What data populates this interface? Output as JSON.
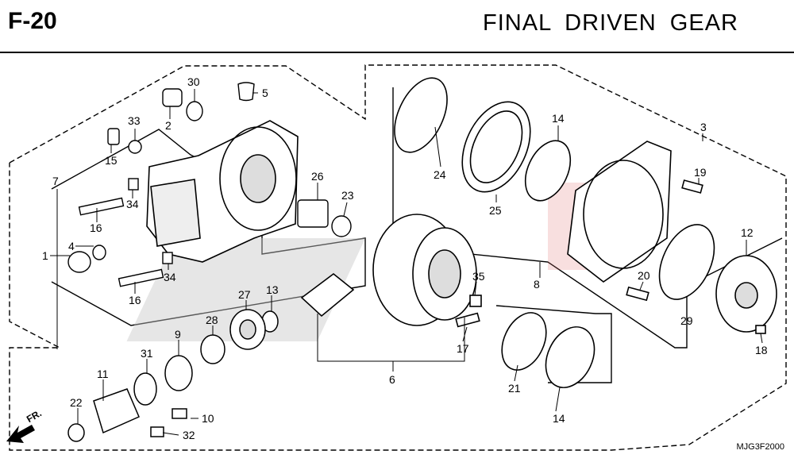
{
  "header": {
    "code": "F-20",
    "title": "FINAL  DRIVEN  GEAR"
  },
  "diagram": {
    "callouts": [
      "30",
      "5",
      "2",
      "33",
      "15",
      "7",
      "26",
      "23",
      "34",
      "16",
      "4",
      "1",
      "34",
      "16",
      "24",
      "14",
      "25",
      "3",
      "19",
      "12",
      "8",
      "20",
      "29",
      "35",
      "13",
      "27",
      "28",
      "9",
      "31",
      "11",
      "22",
      "10",
      "32",
      "6",
      "17",
      "21",
      "14",
      "18"
    ],
    "direction_label": "FR.",
    "catalog_code": "MJG3F2000"
  },
  "colors": {
    "line": "#000000",
    "background": "#ffffff",
    "watermark": "#c8c8c8",
    "watermark_accent": "#e07070"
  }
}
